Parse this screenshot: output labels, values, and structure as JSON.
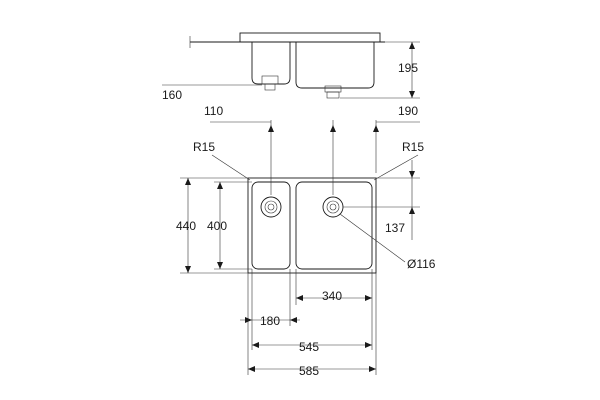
{
  "dimensions": {
    "depth_total": "195",
    "drain_depth": "160",
    "offset_left_drain": "110",
    "offset_right_edge": "190",
    "radius_left": "R15",
    "radius_right": "R15",
    "outer_depth": "440",
    "inner_depth": "400",
    "drain_offset": "137",
    "drain_diameter": "Ø116",
    "small_bowl_width": "180",
    "large_bowl_width": "340",
    "inner_width": "545",
    "outer_width": "585"
  }
}
